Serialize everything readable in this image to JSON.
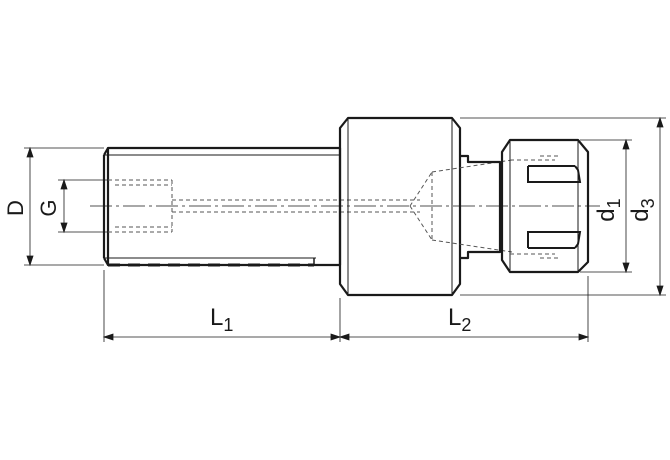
{
  "colors": {
    "line": "#1a1a1a",
    "hidden": "#555555",
    "background": "#ffffff"
  },
  "labels": {
    "D": "D",
    "G": "G",
    "L1_main": "L",
    "L1_sub": "1",
    "L2_main": "L",
    "L2_sub": "2",
    "d1_main": "d",
    "d1_sub": "1",
    "d3_main": "d",
    "d3_sub": "3"
  }
}
